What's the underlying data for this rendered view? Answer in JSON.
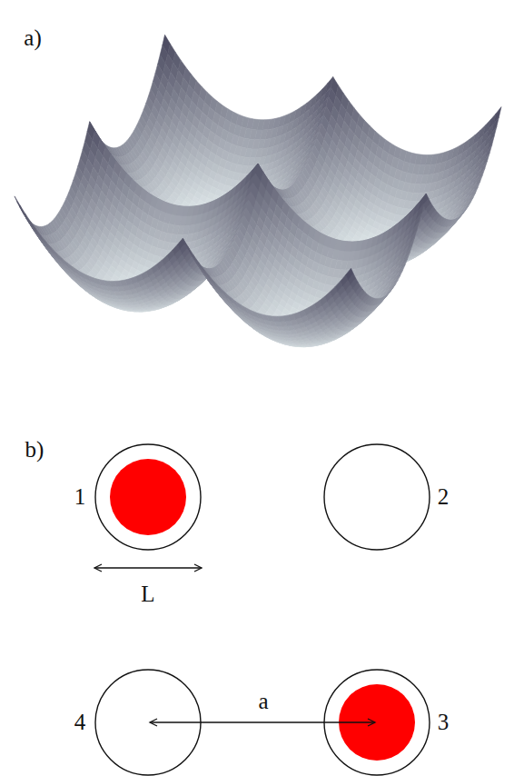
{
  "diagram": {
    "nodes": [
      {
        "text": [
          "1"
        ]
      },
      {
        "text": [
          "2"
        ]
      },
      {
        "text": [
          "4"
        ]
      },
      {
        "text": [
          "3"
        ]
      }
    ],
    "labels": [
      "a)",
      "b)",
      "L",
      "a"
    ]
  }
}
